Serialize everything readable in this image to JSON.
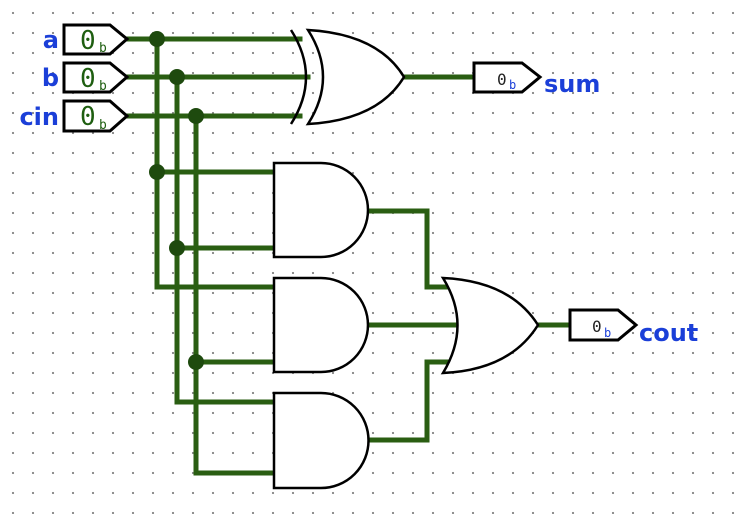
{
  "inputs": [
    {
      "label": "a",
      "value": "0",
      "radix": "b"
    },
    {
      "label": "b",
      "value": "0",
      "radix": "b"
    },
    {
      "label": "cin",
      "value": "0",
      "radix": "b"
    }
  ],
  "outputs": [
    {
      "label": "sum",
      "value": "0",
      "radix": "b"
    },
    {
      "label": "cout",
      "value": "0",
      "radix": "b"
    }
  ],
  "colors": {
    "wire": "#2a5e12",
    "label": "#1b3fd8",
    "gate": "#000000",
    "io_bit": "#1e5e10"
  }
}
